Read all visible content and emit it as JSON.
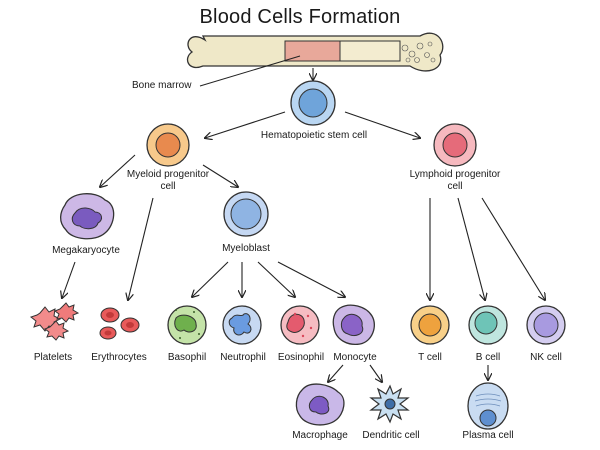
{
  "title": "Blood Cells Formation",
  "labels": {
    "bone_marrow": "Bone marrow",
    "hsc": "Hematopoietic stem cell",
    "myeloid": "Myeloid progenitor cell",
    "lymphoid": "Lymphoid progenitor cell",
    "megakaryocyte": "Megakaryocyte",
    "myeloblast": "Myeloblast",
    "platelets": "Platelets",
    "erythrocytes": "Erythrocytes",
    "basophil": "Basophil",
    "neutrophil": "Neutrophil",
    "eosinophil": "Eosinophil",
    "monocyte": "Monocyte",
    "t_cell": "T cell",
    "b_cell": "B cell",
    "nk_cell": "NK cell",
    "macrophage": "Macrophage",
    "dendritic": "Dendritic cell",
    "plasma": "Plasma cell"
  },
  "colors": {
    "hsc": "#b9d6f2",
    "myeloid": "#f7c98b",
    "lymphoid": "#f6b9bf",
    "megakaryocyte": "#cdb8e6",
    "myeloblast": "#c5d8f3",
    "platelets": "#f28b8b",
    "erythrocytes": "#e85a5a",
    "basophil": "#c4e3a8",
    "neutrophil": "#c7d9f2",
    "eosinophil": "#f6bcc2",
    "monocyte": "#cbb7e6",
    "t_cell": "#f8d089",
    "b_cell": "#bfe6df",
    "nk_cell": "#d4cdf0",
    "macrophage": "#c9b8e8",
    "dendritic": "#c9e0f2",
    "plasma": "#c9dcf2",
    "bone": "#efe8c8",
    "marrow": "#e8a89a"
  }
}
